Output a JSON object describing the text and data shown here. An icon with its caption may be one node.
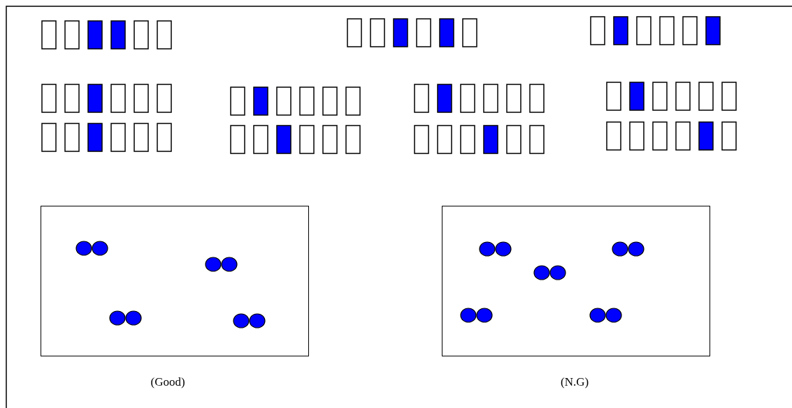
{
  "diagram": {
    "nodes": [
      {
        "text": [],
        "shape": "box",
        "beside": [
          "(Good)"
        ]
      },
      {
        "text": [],
        "shape": "box",
        "beside": [
          "(N.G)"
        ]
      }
    ]
  }
}
